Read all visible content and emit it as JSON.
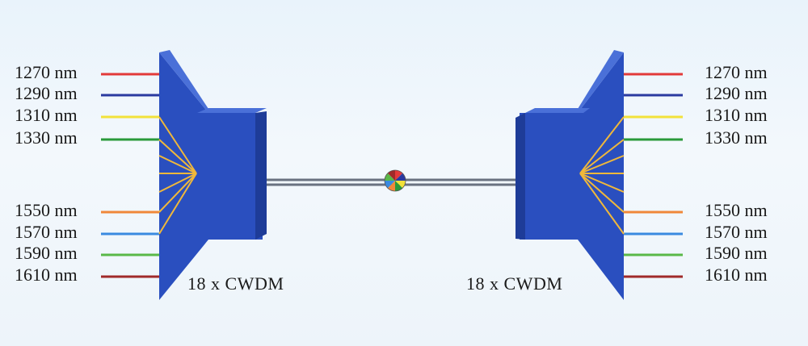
{
  "left": {
    "mux_label": "18 x CWDM",
    "channels": [
      {
        "label": "1270 nm",
        "color": "#e23a3a"
      },
      {
        "label": "1290 nm",
        "color": "#2a3aa0"
      },
      {
        "label": "1310 nm",
        "color": "#f2e23a"
      },
      {
        "label": "1330 nm",
        "color": "#2a9a3a"
      },
      {
        "label": "1550 nm",
        "color": "#f0883a"
      },
      {
        "label": "1570 nm",
        "color": "#3a8ae0"
      },
      {
        "label": "1590 nm",
        "color": "#5ab848"
      },
      {
        "label": "1610 nm",
        "color": "#a02a2a"
      }
    ]
  },
  "right": {
    "mux_label": "18 x CWDM",
    "channels": [
      {
        "label": "1270 nm",
        "color": "#e23a3a"
      },
      {
        "label": "1290 nm",
        "color": "#2a3aa0"
      },
      {
        "label": "1310 nm",
        "color": "#f2e23a"
      },
      {
        "label": "1330 nm",
        "color": "#2a9a3a"
      },
      {
        "label": "1550 nm",
        "color": "#f0883a"
      },
      {
        "label": "1570 nm",
        "color": "#3a8ae0"
      },
      {
        "label": "1590 nm",
        "color": "#5ab848"
      },
      {
        "label": "1610 nm",
        "color": "#a02a2a"
      }
    ]
  },
  "colors": {
    "mux_front": "#2a4fbf",
    "mux_side": "#1e3c98",
    "mux_top": "#4a70d8",
    "fan_lines": "#f0b83a",
    "fiber": "#6a7280"
  }
}
